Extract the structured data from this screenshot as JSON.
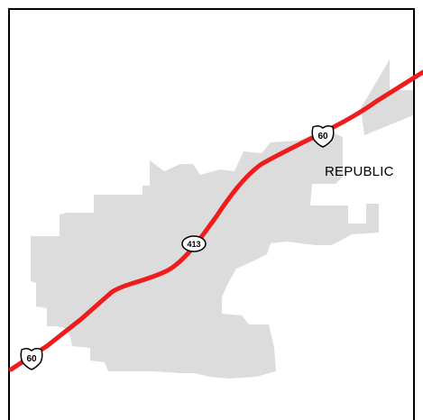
{
  "map": {
    "place_label": "REPUBLIC",
    "highways": [
      {
        "name": "us-60-east",
        "route": "60",
        "type": "us"
      },
      {
        "name": "state-413",
        "route": "413",
        "type": "state"
      },
      {
        "name": "us-60-west",
        "route": "60",
        "type": "us"
      }
    ],
    "colors": {
      "city_fill": "#dcdcdc",
      "highway": "#ee1c1c",
      "frame": "#000000",
      "background": "#ffffff"
    }
  }
}
